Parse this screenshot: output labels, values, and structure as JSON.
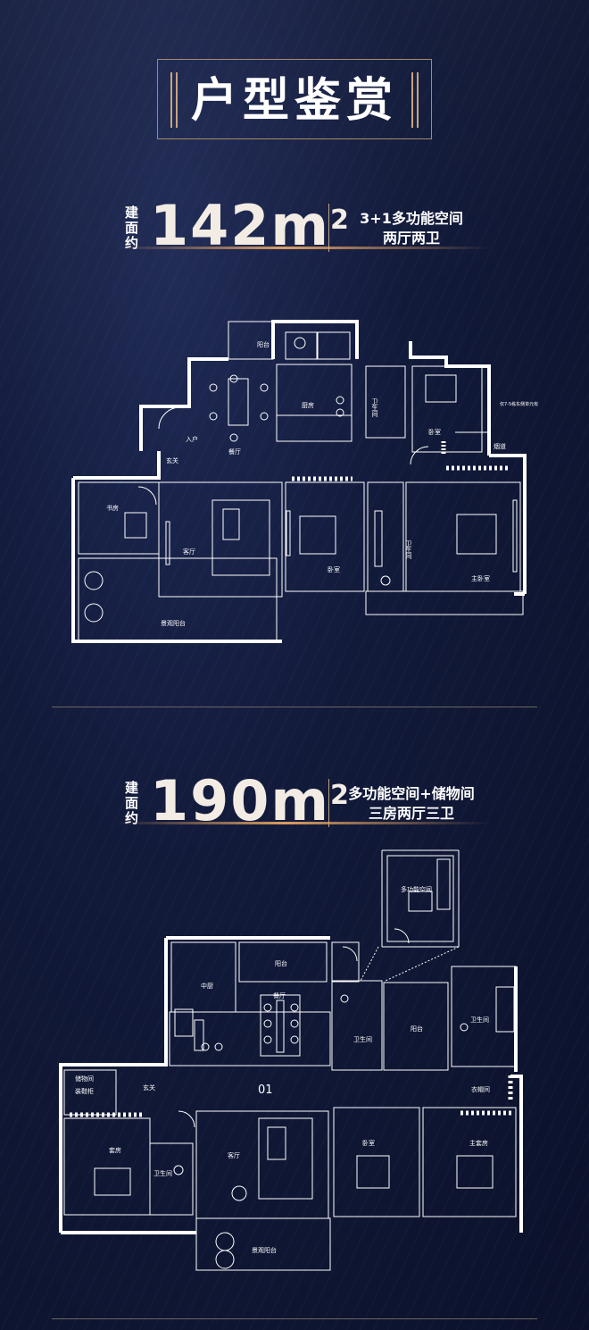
{
  "header": {
    "title": "户型鉴赏"
  },
  "plans": [
    {
      "area_label": "建面约",
      "area_value": "142m",
      "area_unit": "2",
      "desc_line1": "3+1多功能空间",
      "desc_line2": "两厅两卫",
      "rooms": {
        "balcony": "阳台",
        "kitchen": "厨房",
        "dining": "餐厅",
        "entry": "入户",
        "foyer": "玄关",
        "study": "书房",
        "living": "客厅",
        "bedroom_a": "卧室",
        "bedroom_b": "卧室",
        "master": "主卧室",
        "bath_a": "卫生间",
        "bath_b": "卫生间",
        "flue": "烟道",
        "view_balcony": "景观阳台",
        "note": "仅7-5栋东侧单元有"
      }
    },
    {
      "area_label": "建面约",
      "area_value": "190m",
      "area_unit": "2",
      "desc_line1": "多功能空间+储物间",
      "desc_line2": "三房两厅三卫",
      "rooms": {
        "multi": "多功能空间",
        "balcony_top": "阳台",
        "kitchen": "中厨",
        "dining": "餐厅",
        "bath_mid": "卫生间",
        "balcony_mid": "阳台",
        "bath_right": "卫生间",
        "storage": "储物间",
        "storage2": "装鞋柜",
        "foyer": "玄关",
        "unit": "01",
        "suite": "套房",
        "bath_left": "卫生间",
        "living": "客厅",
        "bedroom": "卧室",
        "master_suite": "主套房",
        "cloak": "衣帽间",
        "view_balcony": "景观阳台"
      }
    }
  ]
}
